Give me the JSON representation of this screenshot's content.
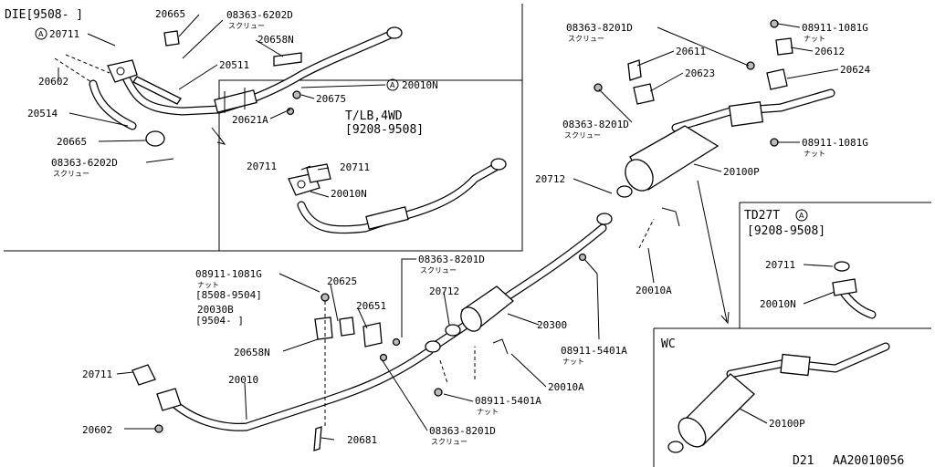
{
  "panels": {
    "diesel": {
      "title": "DIE[9508-   ]"
    },
    "tlb4wd": {
      "title_line1": "T/LB,4WD",
      "title_line2": "[9208-9508]"
    },
    "td27t": {
      "title_line1": "TD27T",
      "title_marker": "A",
      "title_line2": "[9208-9508]"
    },
    "wc": {
      "title": "WC"
    }
  },
  "footer": {
    "model": "D21",
    "code": "AA20010056"
  },
  "labels": {
    "p20665_top": "20665",
    "p08363_6202D_top": "08363-6202D",
    "screw_top": "スクリュー",
    "marker_A": "A",
    "p20711_die": "20711",
    "p20658N_die": "20658N",
    "p20511": "20511",
    "p20602_die": "20602",
    "p20010N_die": "20010N",
    "p20675": "20675",
    "p20514": "20514",
    "p20621A": "20621A",
    "p20665_mid": "20665",
    "p08363_6202D_mid": "08363-6202D",
    "screw_mid": "スクリュー",
    "p20711_t1": "20711",
    "p20711_t2": "20711",
    "p20010N_t": "20010N",
    "p08363_8201D_tr": "08363-8201D",
    "screw_tr": "スクリュー",
    "p20611": "20611",
    "p20623": "20623",
    "p08911_1081G_tr1": "08911-1081G",
    "nut_tr1": "ナット",
    "p20612": "20612",
    "p20624": "20624",
    "p08363_8201D_tr2": "08363-8201D",
    "screw_tr2": "スクリュー",
    "p08911_1081G_tr2": "08911-1081G",
    "nut_tr2": "ナット",
    "p20100P": "20100P",
    "p20712_r": "20712",
    "p20010A_r": "20010A",
    "p20711_td": "20711",
    "p20010N_td": "20010N",
    "p08363_8201D_c": "08363-8201D",
    "screw_c": "スクリュー",
    "p08911_1081G_l": "08911-1081G",
    "nut_l": "ナット",
    "range_8508": "[8508-9504]",
    "p20030B": "20030B",
    "range_9504": "[9504-   ]",
    "p20625": "20625",
    "p20651": "20651",
    "p20712_c": "20712",
    "p20300": "20300",
    "p20658N_l": "20658N",
    "p08911_5401A_r": "08911-5401A",
    "nut_r": "ナット",
    "p20010A_c": "20010A",
    "p20711_l": "20711",
    "p20010": "20010",
    "p08911_5401A_c": "08911-5401A",
    "nut_c": "ナット",
    "p20602_l": "20602",
    "p08363_8201D_b": "08363-8201D",
    "screw_b": "スクリュー",
    "p20681": "20681",
    "p20100P_wc": "20100P"
  }
}
